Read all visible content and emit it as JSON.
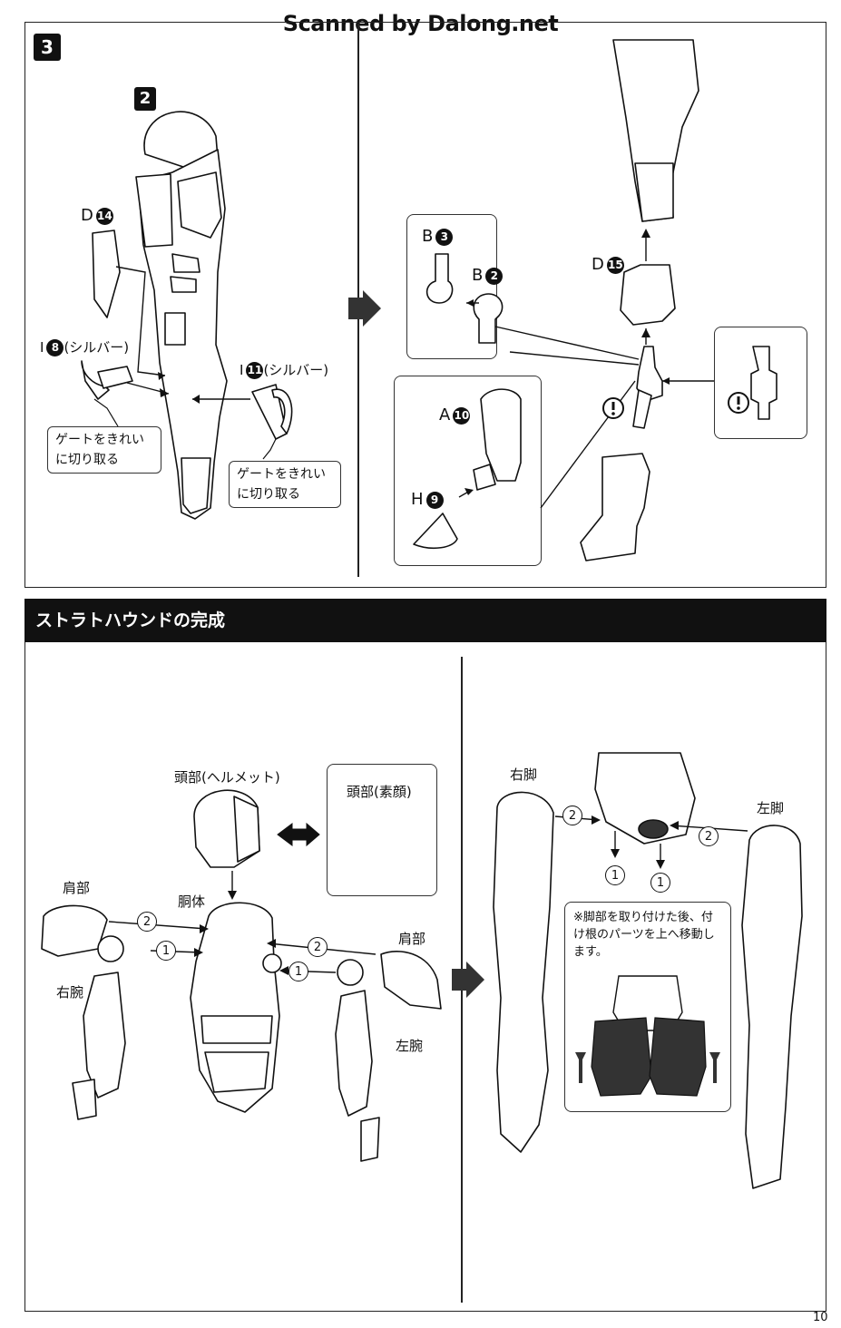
{
  "header": {
    "scan_credit": "Scanned by Dalong.net"
  },
  "step3": {
    "number": "3",
    "sub_step": "2",
    "parts_left": {
      "d14": {
        "letter": "D",
        "num": "14"
      },
      "i8": {
        "letter": "I",
        "num": "8",
        "note": "(シルバー)"
      },
      "i11": {
        "letter": "I",
        "num": "11",
        "note": "(シルバー)"
      }
    },
    "gate_note_1": "ゲートをきれいに切り取る",
    "gate_note_2": "ゲートをきれいに切り取る",
    "parts_right": {
      "b3": {
        "letter": "B",
        "num": "3"
      },
      "b2": {
        "letter": "B",
        "num": "2"
      },
      "d15": {
        "letter": "D",
        "num": "15"
      },
      "a10": {
        "letter": "A",
        "num": "10"
      },
      "h9": {
        "letter": "H",
        "num": "9"
      }
    },
    "caution_mark": "!"
  },
  "completion": {
    "title": "ストラトハウンドの完成",
    "head_helmet": "頭部(ヘルメット)",
    "head_face": "頭部(素顔)",
    "torso": "胴体",
    "shoulder_left_label": "肩部",
    "shoulder_right_label": "肩部",
    "right_arm": "右腕",
    "left_arm": "左腕",
    "right_leg": "右脚",
    "left_leg": "左脚",
    "order_1": "1",
    "order_2": "2",
    "leg_note": "※脚部を取り付けた後、付け根のパーツを上へ移動します。"
  },
  "footer": {
    "page_number": "10"
  }
}
